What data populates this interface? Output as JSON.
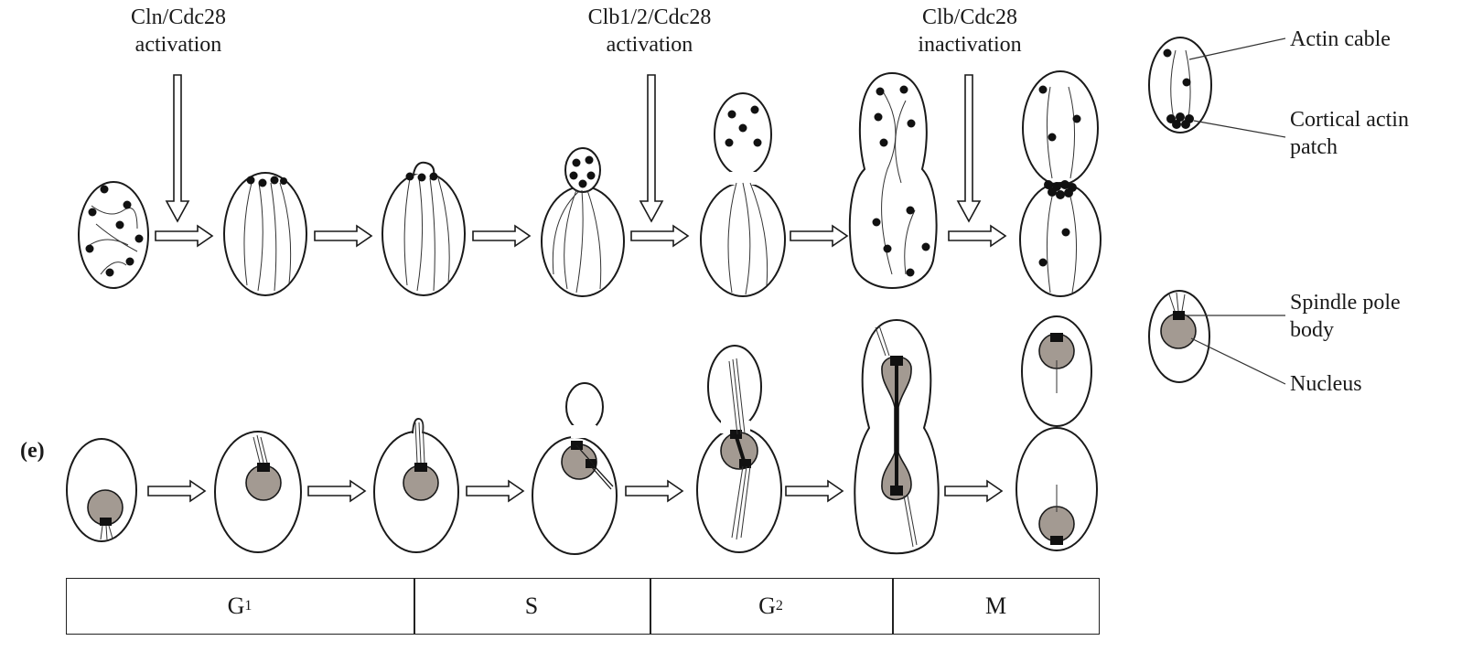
{
  "panel_label": "(e)",
  "transitions": {
    "cln": [
      "Cln/Cdc28",
      "activation"
    ],
    "clb12": [
      "Clb1/2/Cdc28",
      "activation"
    ],
    "clb": [
      "Clb/Cdc28",
      "inactivation"
    ]
  },
  "legend": {
    "actin_cable": "Actin cable",
    "cortical_patch": [
      "Cortical actin",
      "patch"
    ],
    "spindle_pole": [
      "Spindle pole",
      "body"
    ],
    "nucleus": "Nucleus"
  },
  "phases": {
    "g1": {
      "base": "G",
      "sub": "1"
    },
    "s": {
      "base": "S",
      "sub": ""
    },
    "g2": {
      "base": "G",
      "sub": "2"
    },
    "m": {
      "base": "M",
      "sub": ""
    }
  },
  "colors": {
    "outline": "#1a1a1a",
    "nucleus_fill": "#a39a92",
    "arrow_fill": "#ffffff"
  }
}
